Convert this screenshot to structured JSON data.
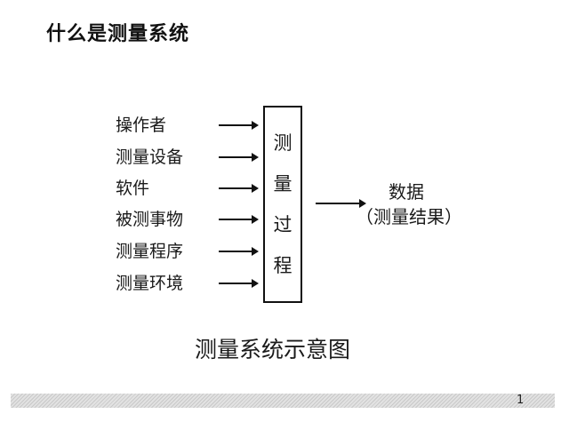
{
  "title": "什么是测量系统",
  "inputs": [
    "操作者",
    "测量设备",
    "软件",
    "被测事物",
    "测量程序",
    "测量环境"
  ],
  "process": {
    "label": "测量过程",
    "chars": [
      "测",
      "量",
      "过",
      "程"
    ]
  },
  "output": {
    "line1": "数据",
    "line2": "（测量结果）"
  },
  "caption": "测量系统示意图",
  "footer": {
    "page_number": "1"
  }
}
